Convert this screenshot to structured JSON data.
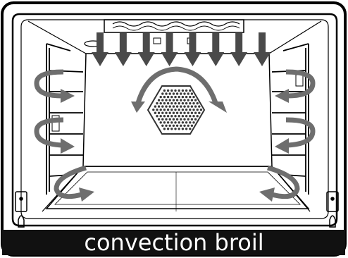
{
  "caption": {
    "text": "convection broil"
  },
  "mode": {
    "name": "convection broil",
    "broil_arrow_count": 8,
    "fan_shape": "hexagon",
    "airflow_arrow_count": 7
  },
  "colors": {
    "outline": "#000000",
    "background": "#ffffff",
    "caption_band": "#111111",
    "caption_text": "#ffffff",
    "arrow_fill": "#4a4a4a",
    "arrow_stroke": "#6e6e6e",
    "fan_fill": "#3a3a3a"
  }
}
